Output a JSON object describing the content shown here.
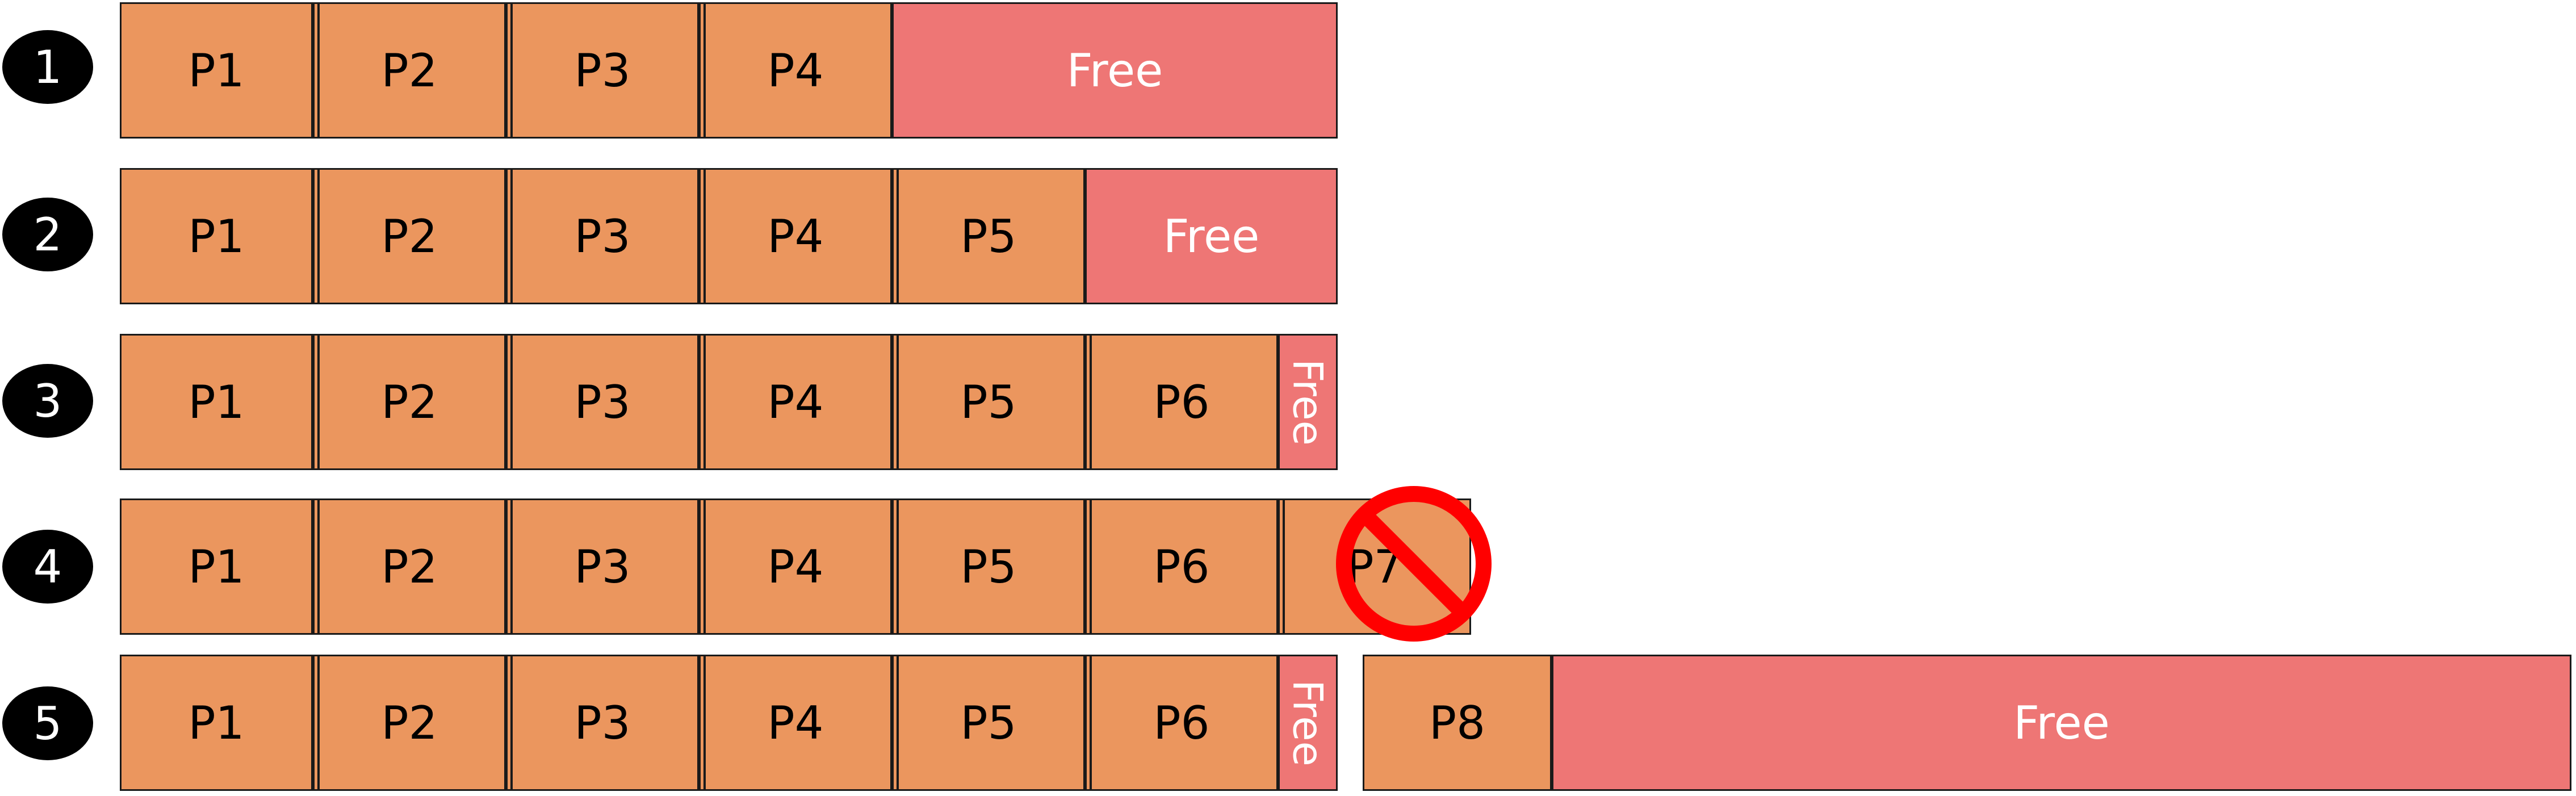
{
  "rows": [
    {
      "number": "1",
      "pages": [
        "P1",
        "P2",
        "P3",
        "P4"
      ],
      "free_label": "Free"
    },
    {
      "number": "2",
      "pages": [
        "P1",
        "P2",
        "P3",
        "P4",
        "P5"
      ],
      "free_label": "Free"
    },
    {
      "number": "3",
      "pages": [
        "P1",
        "P2",
        "P3",
        "P4",
        "P5",
        "P6"
      ],
      "free_label": "Free"
    },
    {
      "number": "4",
      "pages": [
        "P1",
        "P2",
        "P3",
        "P4",
        "P5",
        "P6",
        "P7"
      ],
      "rejected_page": "P7"
    },
    {
      "number": "5",
      "pages": [
        "P1",
        "P2",
        "P3",
        "P4",
        "P5",
        "P6"
      ],
      "free_label": "Free",
      "second_region": {
        "pages": [
          "P8"
        ],
        "free_label": "Free"
      }
    }
  ],
  "colors": {
    "page_fill": "#EB965E",
    "free_fill": "#EE7675",
    "forbidden": "#FF0000",
    "badge": "#000000"
  },
  "icons": {
    "rejected_marker": "prohibited-icon"
  }
}
